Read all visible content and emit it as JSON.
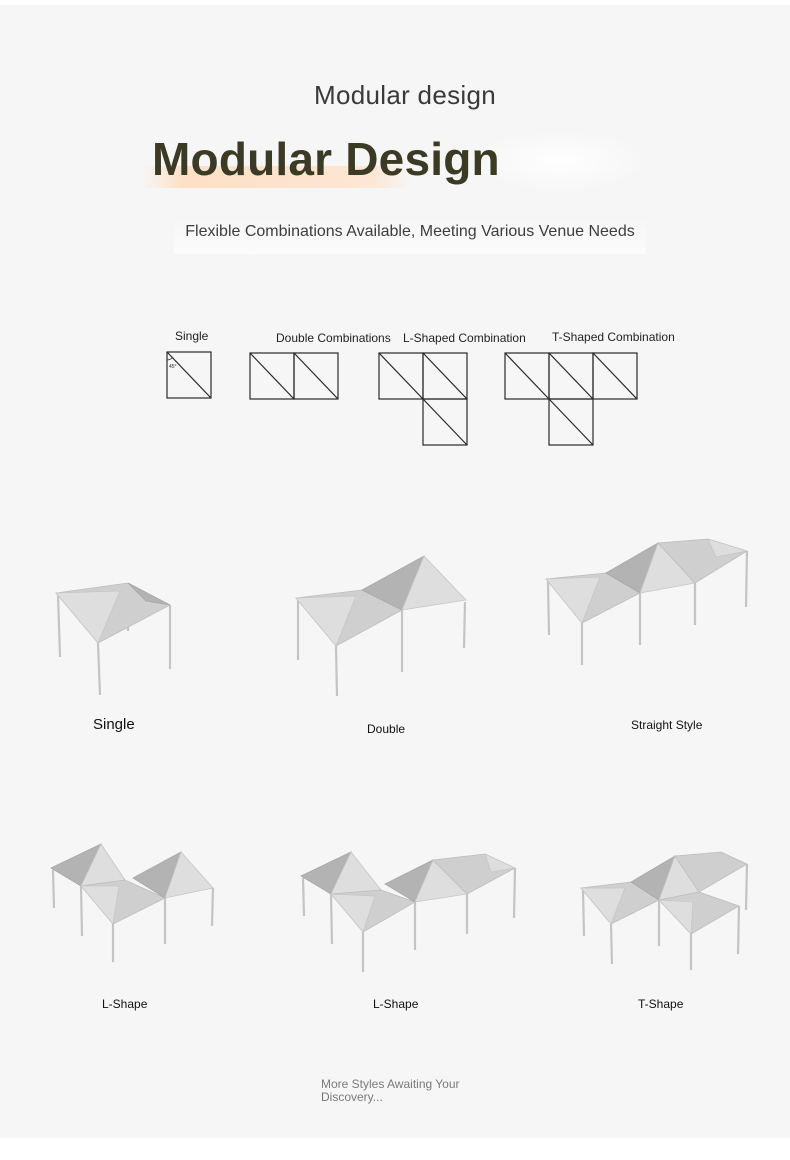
{
  "header": {
    "kicker": "Modular design",
    "headline": "Modular Design",
    "subtitle": "Flexible Combinations Available, Meeting Various Venue Needs"
  },
  "diagram": {
    "labels": {
      "single": "Single",
      "double": "Double Combinations",
      "l_shaped": "L-Shaped Combination",
      "t_shaped": "T-Shaped Combination"
    },
    "angle_mark": "45°"
  },
  "gallery": {
    "row1": [
      "Single",
      "Double",
      "Straight Style"
    ],
    "row2": [
      "L-Shape",
      "L-Shape",
      "T-Shape"
    ]
  },
  "footer": {
    "text": "More Styles Awaiting Your Discovery..."
  }
}
